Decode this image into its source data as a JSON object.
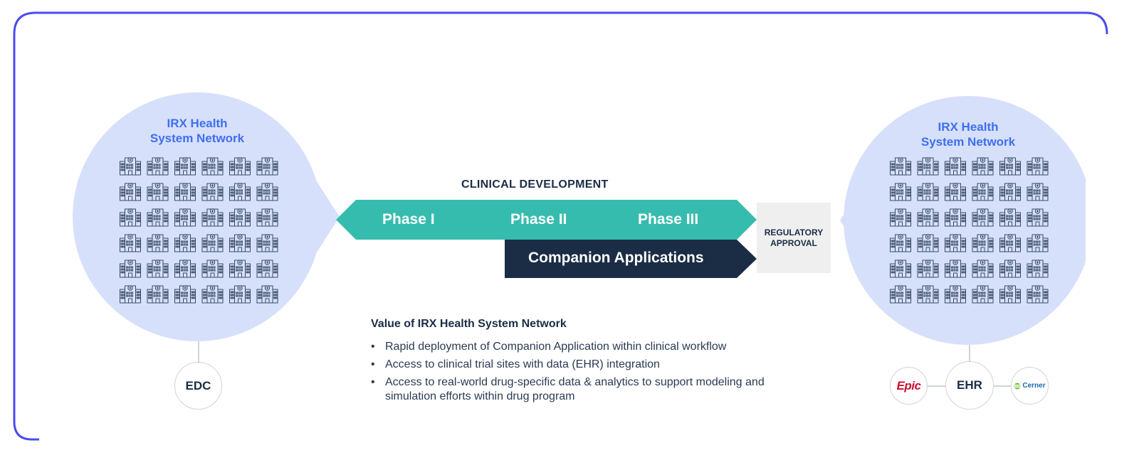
{
  "network": {
    "left_title_line1": "IRX Health",
    "left_title_line2": "System Network",
    "right_title_line1": "IRX Health",
    "right_title_line2": "System Network",
    "building_icon": "hospital-building-icon",
    "grid_rows": 6,
    "grid_cols": 6
  },
  "clinical": {
    "title": "CLINICAL DEVELOPMENT",
    "phases": [
      "Phase I",
      "Phase II",
      "Phase III"
    ],
    "companion": "Companion Applications",
    "regulatory_line1": "REGULATORY",
    "regulatory_line2": "APPROVAL"
  },
  "nodes": {
    "edc": "EDC",
    "ehr": "EHR",
    "epic": "Epic",
    "cerner": "Cerner"
  },
  "value": {
    "title": "Value of IRX Health System Network",
    "items": [
      "Rapid deployment of Companion Application within clinical workflow",
      "Access to clinical trial sites with data (EHR) integration",
      "Access to real-world drug-specific data & analytics to support modeling and simulation efforts within drug program"
    ]
  },
  "colors": {
    "frame": "#4a4df0",
    "circle": "#d6e0fb",
    "title_blue": "#3f6ef0",
    "teal": "#36bcae",
    "navy": "#1b2d45",
    "grey_box": "#efefef",
    "icon": "#3a4a63"
  }
}
